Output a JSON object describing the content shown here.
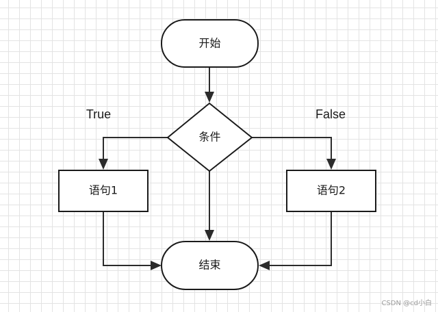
{
  "nodes": {
    "start": "开始",
    "condition": "条件",
    "statement1": "语句1",
    "statement2": "语句2",
    "end": "结束"
  },
  "branches": {
    "true_label": "True",
    "false_label": "False"
  },
  "watermark": "CSDN @cd小白"
}
